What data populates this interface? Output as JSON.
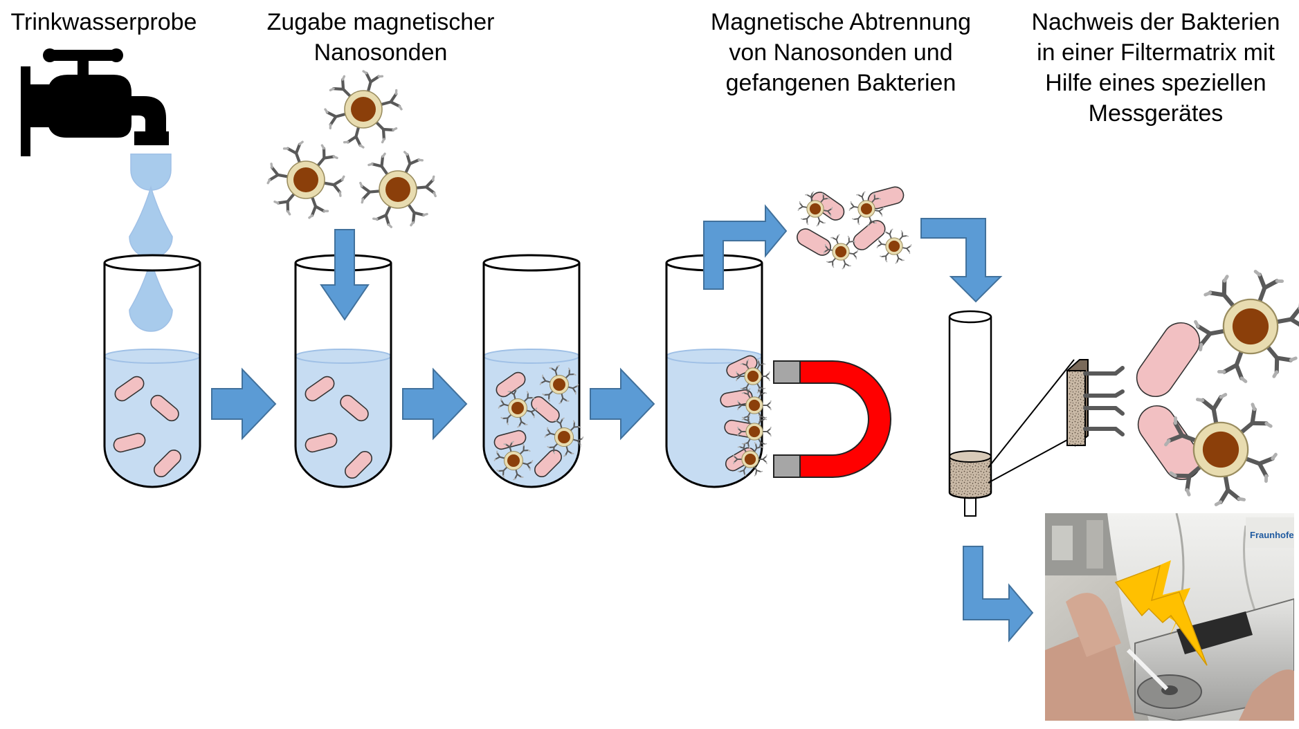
{
  "steps": [
    {
      "lines": [
        "Trinkwasserprobe"
      ]
    },
    {
      "lines": [
        "Zugabe magnetischer",
        "Nanosonden"
      ]
    },
    {
      "lines": [
        "Magnetische Abtrennung",
        "von Nanosonden und",
        "gefangenen Bakterien"
      ]
    },
    {
      "lines": [
        "Nachweis der Bakterien",
        "in einer Filtermatrix mit",
        "Hilfe eines speziellen",
        "Messgerätes"
      ]
    }
  ],
  "photo": {
    "logo_text": "Fraunhofer"
  },
  "colors": {
    "water": "#c6dcf2",
    "water_edge": "#9fc0e6",
    "drop": "#a8cbec",
    "arrow": "#5b9bd5",
    "arrow_edge": "#41719c",
    "bacterium": "#f2c0c2",
    "nano_core": "#8b3f0a",
    "nano_shell": "#e8dcb0",
    "antibody": "#595959",
    "magnet_red": "#ff0000",
    "magnet_pole": "#a6a6a6",
    "lightning": "#ffc000"
  }
}
